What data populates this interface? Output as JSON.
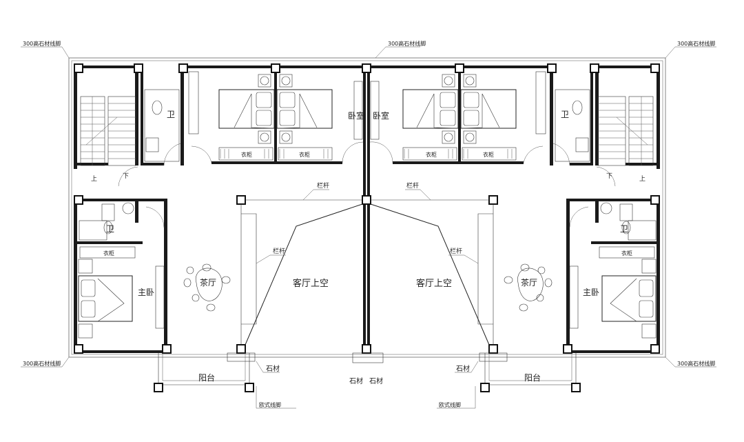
{
  "labels": {
    "bedroom": "卧室",
    "bath": "卫",
    "wardrobe": "衣柜",
    "railing": "栏杆",
    "living_void": "客厅上空",
    "tea_room": "茶厅",
    "master_bedroom": "主卧",
    "balcony": "阳台",
    "stone": "石材",
    "stone_baseboard": "300高石材线脚",
    "euro_baseboard": "欧式线脚",
    "up": "上",
    "down": "下"
  }
}
